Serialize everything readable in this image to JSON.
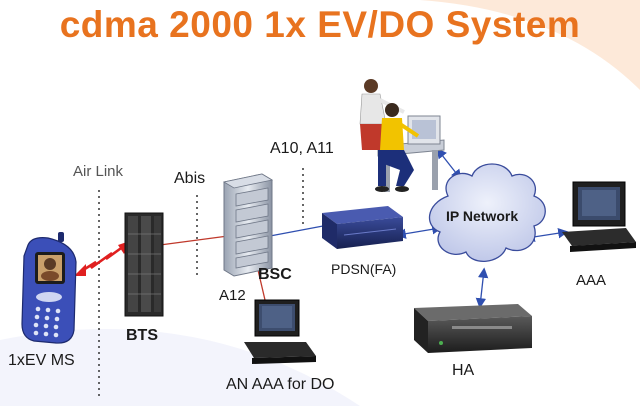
{
  "title": "cdma 2000 1x EV/DO System",
  "labels": {
    "air_link": "Air Link",
    "abis": "Abis",
    "a10_a11": "A10, A11",
    "bts": "BTS",
    "bsc": "BSC",
    "a12": "A12",
    "pdsn": "PDSN(FA)",
    "ip_network": "IP Network",
    "aaa": "AAA",
    "ha": "HA",
    "ms": "1xEV MS",
    "an_aaa": "AN AAA for DO"
  },
  "colors": {
    "title": "#e8731f",
    "wireless_link": "#e02020",
    "blue_link": "#2f4fb0",
    "red_link": "#c0392b",
    "cloud": "#ced4f0"
  }
}
